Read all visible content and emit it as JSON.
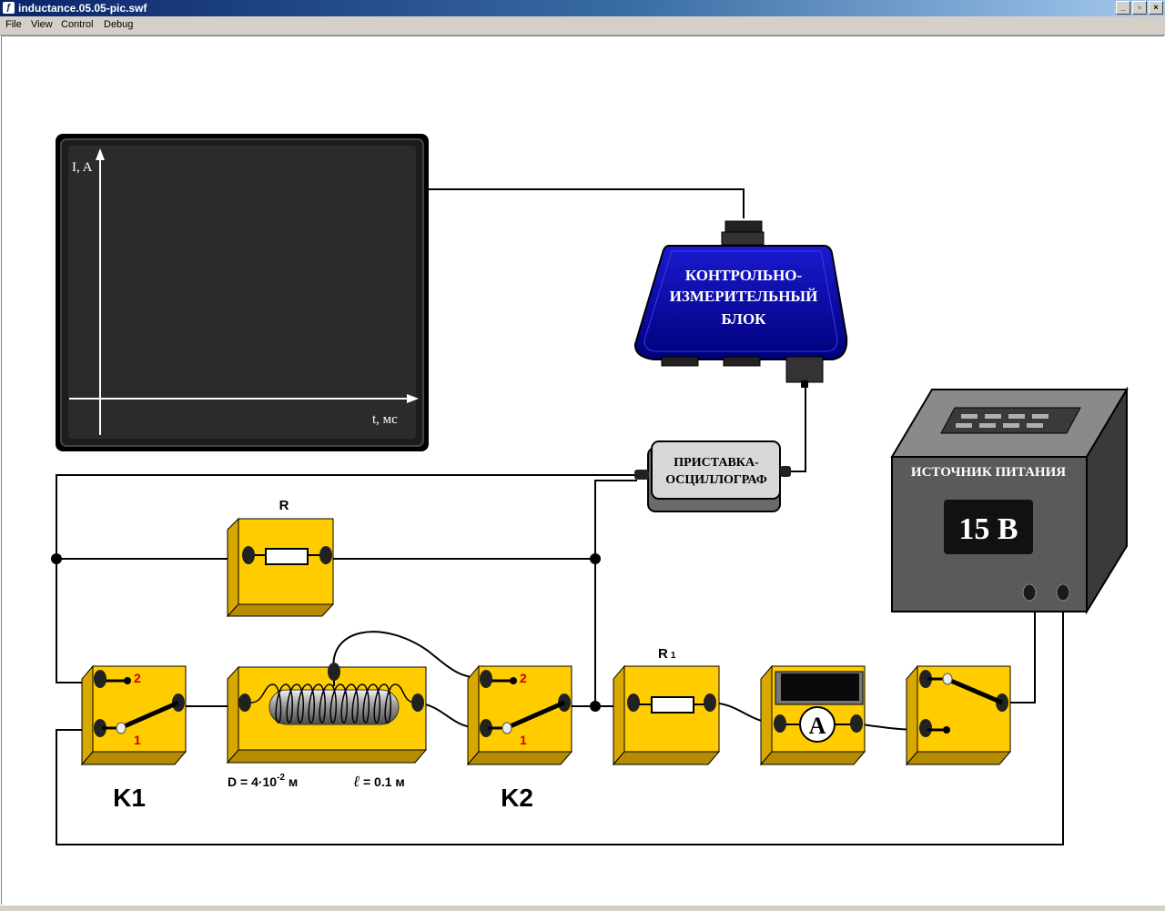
{
  "window": {
    "title": "inductance.05.05-pic.swf",
    "controls": {
      "minimize": "_",
      "maximize": "▫",
      "close": "×"
    }
  },
  "menu": [
    {
      "label": "File"
    },
    {
      "label": "View"
    },
    {
      "label": "Control"
    },
    {
      "label": "Debug"
    }
  ],
  "oscilloscope": {
    "y_axis_label": "I, A",
    "x_axis_label": "t, мс"
  },
  "measure_block": {
    "line1": "КОНТРОЛЬНО-",
    "line2": "ИЗМЕРИТЕЛЬНЫЙ",
    "line3": "БЛОК"
  },
  "adapter": {
    "line1": "ПРИСТАВКА-",
    "line2": "ОСЦИЛЛОГРАФ"
  },
  "power_supply": {
    "label": "ИСТОЧНИК ПИТАНИЯ",
    "voltage": "15 В"
  },
  "resistor_R": {
    "label": "R"
  },
  "resistor_R1": {
    "label": "R",
    "subscript": "1"
  },
  "switch_K1": {
    "label": "K1",
    "pos2": "2",
    "pos1": "1"
  },
  "switch_K2": {
    "label": "K2",
    "pos2": "2",
    "pos1": "1"
  },
  "coil": {
    "diameter_prefix": "D = 4·10",
    "diameter_exp": "-2",
    "diameter_unit": " м",
    "length_symbol": "ℓ",
    "length_value": " = 0.1 м"
  },
  "ammeter": {
    "symbol": "A"
  },
  "colors": {
    "panel_yellow": "#ffcc00",
    "panel_side": "#d9a800",
    "screen_bg": "#2b2b2b",
    "block_blue": "#0a0aa8",
    "supply_gray": "#5a5a5a",
    "label_red": "#cc0000"
  }
}
